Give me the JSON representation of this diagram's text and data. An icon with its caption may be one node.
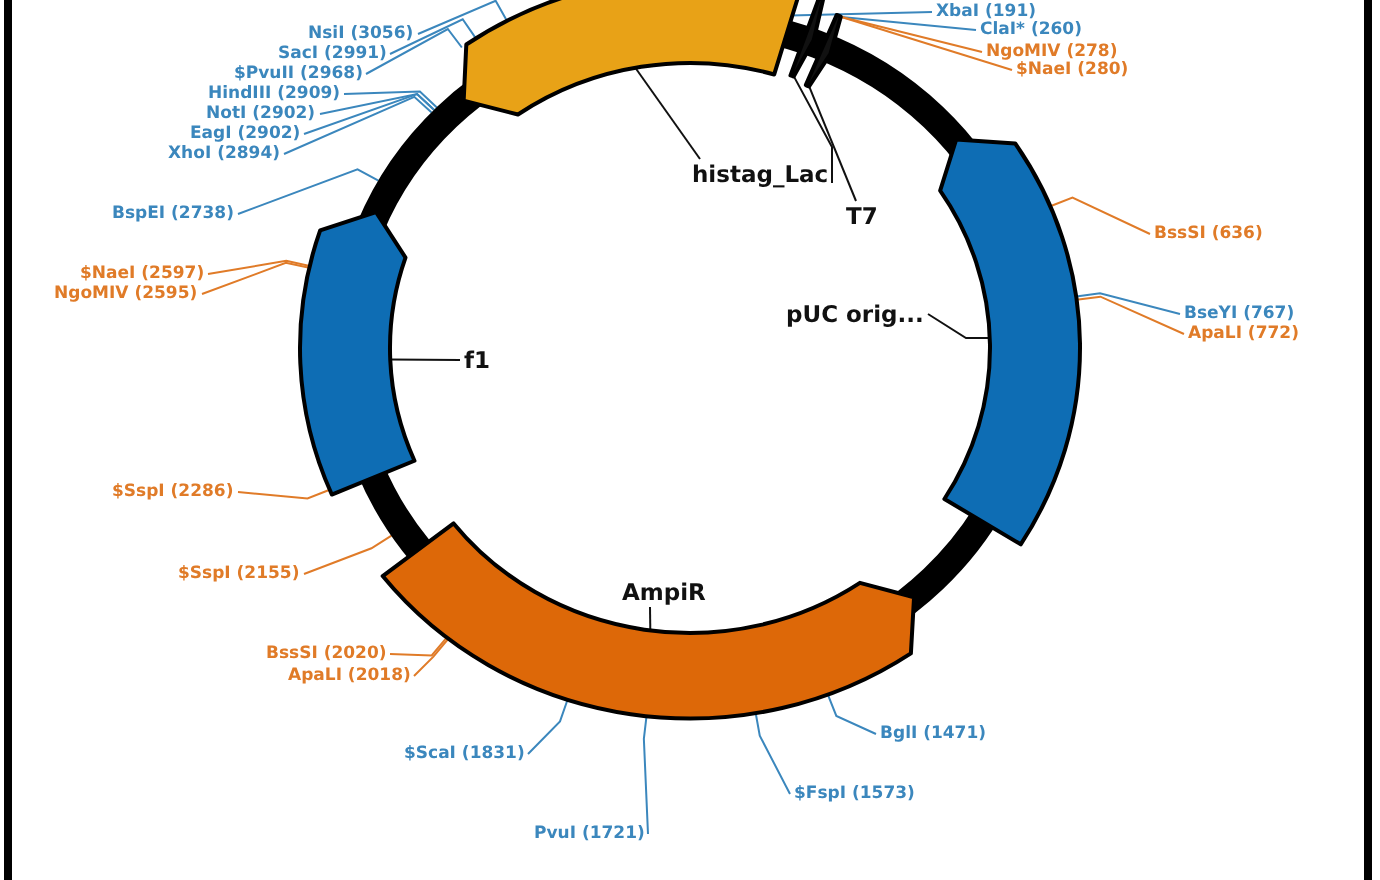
{
  "diagram": {
    "nodes": [
      {
        "text": [
          "XbaI (191)"
        ]
      },
      {
        "text": [
          "ClaI* (260)"
        ]
      },
      {
        "text": [
          "NsiI (3056)"
        ]
      },
      {
        "text": [
          "NgoMIV (278)"
        ]
      },
      {
        "text": [
          "SacI (2991)"
        ]
      },
      {
        "text": [
          "$NaeI (280)"
        ]
      },
      {
        "text": [
          "$PvuII (2968)"
        ]
      },
      {
        "text": [
          "HindIII (2909)"
        ]
      },
      {
        "text": [
          "NotI (2902)"
        ]
      },
      {
        "text": [
          "EagI (2902)"
        ]
      },
      {
        "text": [
          "XhoI (2894)"
        ]
      },
      {
        "text": [],
        "shape": "arrow"
      },
      {
        "text": [],
        "shape": "arrow"
      },
      {
        "text": [],
        "shape": "arrow"
      },
      {
        "text": [
          "histag_Lac"
        ]
      },
      {
        "text": [
          "BspEI (2738)"
        ]
      },
      {
        "text": [
          "T7"
        ]
      },
      {
        "text": [
          "BssSI (636)"
        ]
      },
      {
        "text": [
          "$NaeI (2597)"
        ]
      },
      {
        "text": [
          "NgoMIV (2595)"
        ]
      },
      {
        "text": [],
        "shape": "arrow"
      },
      {
        "text": [
          "pUC orig..."
        ]
      },
      {
        "text": [
          "BseYI (767)"
        ]
      },
      {
        "text": [
          "ApaLI (772)"
        ]
      },
      {
        "text": [],
        "shape": "arrow"
      },
      {
        "text": [
          "f1"
        ]
      },
      {
        "text": [
          "$SspI (2286)"
        ]
      },
      {
        "text": [
          "$SspI (2155)"
        ]
      },
      {
        "text": [],
        "shape": "arrow"
      },
      {
        "text": [
          "AmpiR"
        ]
      },
      {
        "text": [
          "BssSI (2020)"
        ]
      },
      {
        "text": [
          "ApaLI (2018)"
        ]
      },
      {
        "text": [
          "BglI (1471)"
        ]
      },
      {
        "text": [
          "$ScaI (1831)"
        ]
      },
      {
        "text": [
          "$FspI (1573)"
        ]
      },
      {
        "text": [
          "PvuI (1721)"
        ]
      }
    ],
    "edges": [
      {
        "from": 0,
        "to": 11,
        "arrow": "none"
      },
      {
        "from": 1,
        "to": 13,
        "arrow": "none"
      },
      {
        "from": 2,
        "to": 11,
        "arrow": "none"
      },
      {
        "from": 3,
        "to": 13,
        "arrow": "none",
        "color": "#e07b28"
      },
      {
        "from": 4,
        "to": 11,
        "arrow": "none"
      },
      {
        "from": 5,
        "to": 13,
        "arrow": "none",
        "color": "#e07b28"
      },
      {
        "from": 6,
        "to": 11,
        "arrow": "none"
      },
      {
        "from": 7,
        "to": null,
        "arrow": "none"
      },
      {
        "from": 8,
        "to": null,
        "arrow": "none"
      },
      {
        "from": 9,
        "to": null,
        "arrow": "none"
      },
      {
        "from": 10,
        "to": null,
        "arrow": "none"
      },
      {
        "from": 14,
        "to": 11,
        "arrow": "none",
        "color": "#111111"
      },
      {
        "from": 14,
        "to": 12,
        "arrow": "none",
        "color": "#111111"
      },
      {
        "from": 15,
        "to": null,
        "arrow": "none"
      },
      {
        "from": 16,
        "to": 13,
        "arrow": "none",
        "color": "#111111"
      },
      {
        "from": 17,
        "to": 20,
        "arrow": "none",
        "color": "#e07b28"
      },
      {
        "from": 18,
        "to": 24,
        "arrow": "none",
        "color": "#e07b28"
      },
      {
        "from": 19,
        "to": 24,
        "arrow": "none",
        "color": "#e07b28"
      },
      {
        "from": 21,
        "to": 20,
        "arrow": "none",
        "color": "#111111"
      },
      {
        "from": 22,
        "to": 20,
        "arrow": "none"
      },
      {
        "from": 23,
        "to": 20,
        "arrow": "none",
        "color": "#e07b28"
      },
      {
        "from": 25,
        "to": 24,
        "arrow": "none",
        "color": "#111111"
      },
      {
        "from": 26,
        "to": 24,
        "arrow": "none",
        "color": "#e07b28"
      },
      {
        "from": 27,
        "to": null,
        "arrow": "none",
        "color": "#e07b28"
      },
      {
        "from": 29,
        "to": 28,
        "arrow": "none",
        "color": "#111111"
      },
      {
        "from": 30,
        "to": 28,
        "arrow": "none",
        "color": "#e07b28"
      },
      {
        "from": 31,
        "to": 28,
        "arrow": "none",
        "color": "#e07b28"
      },
      {
        "from": 32,
        "to": 28,
        "arrow": "none"
      },
      {
        "from": 33,
        "to": 28,
        "arrow": "none"
      },
      {
        "from": 34,
        "to": 28,
        "arrow": "none"
      },
      {
        "from": 35,
        "to": 28,
        "arrow": "none"
      }
    ]
  }
}
